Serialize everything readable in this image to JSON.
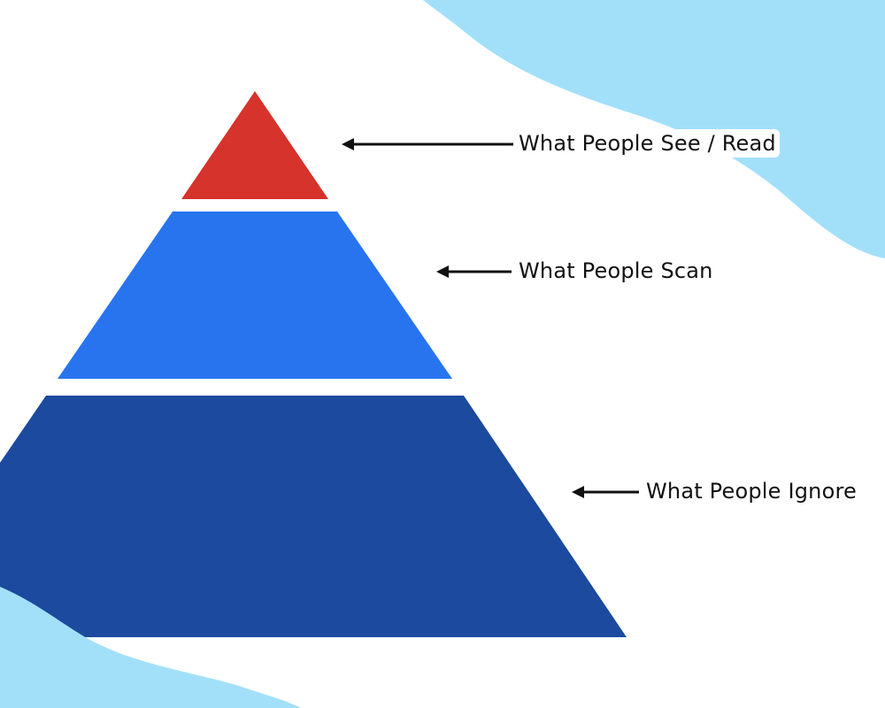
{
  "colors": {
    "top_tier": "#d5332b",
    "middle_tier": "#2874ef",
    "bottom_tier": "#1b4a9e",
    "background_blob": "#a2e0fa",
    "arrow": "#111111"
  },
  "labels": {
    "top": "What People See / Read",
    "middle": "What People Scan",
    "bottom": "What People Ignore"
  }
}
